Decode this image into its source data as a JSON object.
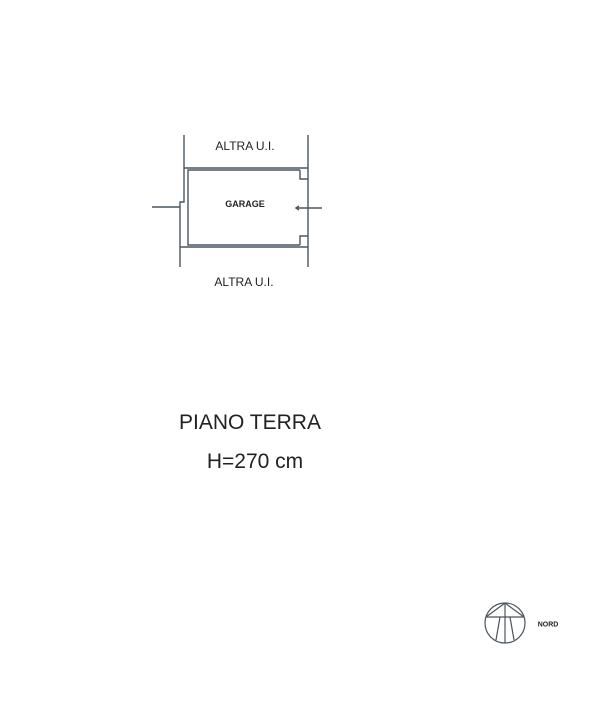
{
  "plan": {
    "top_neighbor": "ALTRA U.I.",
    "room": "GARAGE",
    "bottom_neighbor": "ALTRA U.I."
  },
  "floor": {
    "name": "PIANO TERRA",
    "height": "H=270 cm"
  },
  "compass": {
    "label": "NORD"
  },
  "colors": {
    "line": "#4a5560",
    "text": "#222222"
  }
}
